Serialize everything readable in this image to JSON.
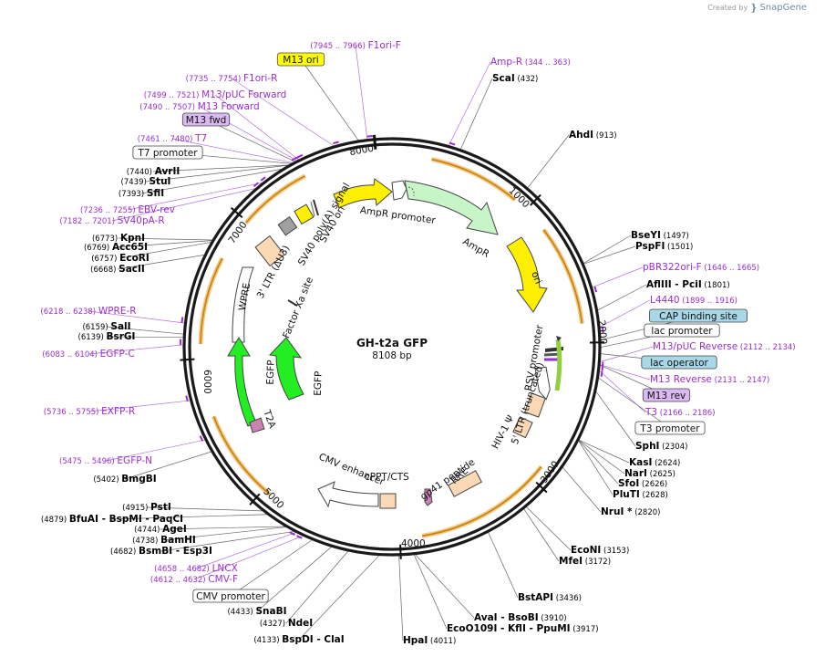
{
  "app": {
    "created_by": "Created by",
    "brand": "SnapGene"
  },
  "plasmid": {
    "name": "GH-t2a GFP",
    "length": "8108 bp"
  },
  "ticks": [
    "1000",
    "2000",
    "3000",
    "4000",
    "5000",
    "6000",
    "7000",
    "8000"
  ],
  "colors": {
    "primer": "#9a2ed1",
    "site": "#000000",
    "line": "#555555",
    "ring": "#1a1a1a",
    "orf_ring": "#c8860c",
    "orf_glow": "#f5c98a"
  },
  "labels": [
    {
      "id": "f1ori-f",
      "kind": "primer",
      "prefix": "(7945 .. 7966)",
      "name": "F1ori-F"
    },
    {
      "id": "m13-ori",
      "kind": "box",
      "name": "M13 ori",
      "box": "#ffff00"
    },
    {
      "id": "amp-r",
      "kind": "primer",
      "name": "Amp-R",
      "suffix": "(344 .. 363)"
    },
    {
      "id": "scai",
      "kind": "site",
      "name": "ScaI",
      "suffix": "(432)"
    },
    {
      "id": "f1ori-r",
      "kind": "primer",
      "prefix": "(7735 .. 7754)",
      "name": "F1ori-R"
    },
    {
      "id": "m13puc-fwd",
      "kind": "primer",
      "prefix": "(7499 .. 7521)",
      "name": "M13/pUC Forward"
    },
    {
      "id": "m13-forward",
      "kind": "primer",
      "prefix": "(7490 .. 7507)",
      "name": "M13 Forward"
    },
    {
      "id": "m13-fwd",
      "kind": "box",
      "name": "M13 fwd",
      "box": "#dab9f0"
    },
    {
      "id": "t7",
      "kind": "primer",
      "prefix": "(7461 .. 7480)",
      "name": "T7"
    },
    {
      "id": "t7-promoter-l",
      "kind": "box",
      "name": "T7 promoter",
      "box": "#ffffff"
    },
    {
      "id": "avrii",
      "kind": "site",
      "prefix": "(7440)",
      "name": "AvrII"
    },
    {
      "id": "stui",
      "kind": "site",
      "prefix": "(7439)",
      "name": "StuI"
    },
    {
      "id": "sfii",
      "kind": "site",
      "prefix": "(7393)",
      "name": "SfiI"
    },
    {
      "id": "ahdi",
      "kind": "site",
      "name": "AhdI",
      "suffix": "(913)"
    },
    {
      "id": "ebv-rev",
      "kind": "primer",
      "prefix": "(7236 .. 7255)",
      "name": "EBV-rev"
    },
    {
      "id": "sv40pa-r",
      "kind": "primer",
      "prefix": "(7182 .. 7201)",
      "name": "SV40pA-R"
    },
    {
      "id": "kpni",
      "kind": "site",
      "prefix": "(6773)",
      "name": "KpnI"
    },
    {
      "id": "acc65i",
      "kind": "site",
      "prefix": "(6769)",
      "name": "Acc65I"
    },
    {
      "id": "ecori",
      "kind": "site",
      "prefix": "(6757)",
      "name": "EcoRI"
    },
    {
      "id": "sacii",
      "kind": "site",
      "prefix": "(6668)",
      "name": "SacII"
    },
    {
      "id": "bseyi",
      "kind": "site",
      "name": "BseYI",
      "suffix": "(1497)"
    },
    {
      "id": "pspfi",
      "kind": "site",
      "name": "PspFI",
      "suffix": "(1501)"
    },
    {
      "id": "pbr322ori-f",
      "kind": "primer",
      "name": "pBR322ori-F",
      "suffix": "(1646 .. 1665)"
    },
    {
      "id": "aflIII",
      "kind": "site",
      "name": "AflIII  - PciI",
      "suffix": "(1801)"
    },
    {
      "id": "l4440",
      "kind": "primer",
      "name": "L4440",
      "suffix": "(1899 .. 1916)"
    },
    {
      "id": "cap-site",
      "kind": "box",
      "name": "CAP binding site",
      "box": "#a8d8e8"
    },
    {
      "id": "lac-promoter",
      "kind": "box",
      "name": "lac promoter",
      "box": "#ffffff"
    },
    {
      "id": "m13puc-rev",
      "kind": "primer",
      "name": "M13/pUC Reverse",
      "suffix": "(2112 .. 2134)"
    },
    {
      "id": "lac-operator",
      "kind": "box",
      "name": "lac operator",
      "box": "#a8d8e8"
    },
    {
      "id": "m13-reverse",
      "kind": "primer",
      "name": "M13 Reverse",
      "suffix": "(2131 .. 2147)"
    },
    {
      "id": "m13-rev",
      "kind": "box",
      "name": "M13 rev",
      "box": "#dab9f0"
    },
    {
      "id": "t3",
      "kind": "primer",
      "name": "T3",
      "suffix": "(2166 .. 2186)"
    },
    {
      "id": "t3-promoter",
      "kind": "box",
      "name": "T3 promoter",
      "box": "#ffffff"
    },
    {
      "id": "wpre-r",
      "kind": "primer",
      "prefix": "(6218 .. 6238)",
      "name": "WPRE-R"
    },
    {
      "id": "sali",
      "kind": "site",
      "prefix": "(6159)",
      "name": "SalI"
    },
    {
      "id": "bsrgi",
      "kind": "site",
      "prefix": "(6139)",
      "name": "BsrGI"
    },
    {
      "id": "egfp-c",
      "kind": "primer",
      "prefix": "(6083 .. 6104)",
      "name": "EGFP-C"
    },
    {
      "id": "exfp-r",
      "kind": "primer",
      "prefix": "(5736 .. 5755)",
      "name": "EXFP-R"
    },
    {
      "id": "sphi",
      "kind": "site",
      "name": "SphI",
      "suffix": "(2304)"
    },
    {
      "id": "kasi",
      "kind": "site",
      "name": "KasI",
      "suffix": "(2624)"
    },
    {
      "id": "nari",
      "kind": "site",
      "name": "NarI",
      "suffix": "(2625)"
    },
    {
      "id": "sfoi",
      "kind": "site",
      "name": "SfoI",
      "suffix": "(2626)"
    },
    {
      "id": "pluti",
      "kind": "site",
      "name": "PluTI",
      "suffix": "(2628)"
    },
    {
      "id": "nrui",
      "kind": "site",
      "name": "NruI *",
      "suffix": "(2820)"
    },
    {
      "id": "egfp-n",
      "kind": "primer",
      "prefix": "(5475 .. 5496)",
      "name": "EGFP-N"
    },
    {
      "id": "bmgbi",
      "kind": "site",
      "prefix": "(5402)",
      "name": "BmgBI"
    },
    {
      "id": "psti",
      "kind": "site",
      "prefix": "(4915)",
      "name": "PstI"
    },
    {
      "id": "bfuai",
      "kind": "site",
      "prefix": "(4879)",
      "name": "BfuAI  - BspMI  - PaqCI"
    },
    {
      "id": "agei",
      "kind": "site",
      "prefix": "(4744)",
      "name": "AgeI"
    },
    {
      "id": "bamhi",
      "kind": "site",
      "prefix": "(4738)",
      "name": "BamHI"
    },
    {
      "id": "bsmbi",
      "kind": "site",
      "prefix": "(4682)",
      "name": "BsmBI  - Esp3I"
    },
    {
      "id": "econi",
      "kind": "site",
      "name": "EcoNI",
      "suffix": "(3153)"
    },
    {
      "id": "mfei",
      "kind": "site",
      "name": "MfeI",
      "suffix": "(3172)"
    },
    {
      "id": "lncx",
      "kind": "primer",
      "prefix": "(4658 .. 4682)",
      "name": "LNCX"
    },
    {
      "id": "cmv-f",
      "kind": "primer",
      "prefix": "(4612 .. 4632)",
      "name": "CMV-F"
    },
    {
      "id": "cmv-promoter",
      "kind": "box",
      "name": "CMV promoter",
      "box": "#ffffff"
    },
    {
      "id": "bstapi",
      "kind": "site",
      "name": "BstAPI",
      "suffix": "(3436)"
    },
    {
      "id": "snabi",
      "kind": "site",
      "prefix": "(4433)",
      "name": "SnaBI"
    },
    {
      "id": "ndei",
      "kind": "site",
      "prefix": "(4327)",
      "name": "NdeI"
    },
    {
      "id": "avai",
      "kind": "site",
      "name": "AvaI  - BsoBI",
      "suffix": "(3910)"
    },
    {
      "id": "eco0109i",
      "kind": "site",
      "name": "EcoO109I  - KflI  - PpuMI",
      "suffix": "(3917)"
    },
    {
      "id": "bspdi",
      "kind": "site",
      "prefix": "(4133)",
      "name": "BspDI  - ClaI"
    },
    {
      "id": "hpai",
      "kind": "site",
      "name": "HpaI",
      "suffix": "(4011)"
    }
  ],
  "features": [
    {
      "id": "sv40-ori",
      "name": "SV40 ori"
    },
    {
      "id": "sv40-polya",
      "name": "SV40 poly(A) signal"
    },
    {
      "id": "ampr-promoter",
      "name": "AmpR promoter"
    },
    {
      "id": "ampr",
      "name": "AmpR"
    },
    {
      "id": "ori",
      "name": "ori"
    },
    {
      "id": "rsv-promoter",
      "name": "RSV promoter"
    },
    {
      "id": "ltr5",
      "name": "5' LTR (truncated)"
    },
    {
      "id": "hiv1-psi",
      "name": "HIV-1 Ψ"
    },
    {
      "id": "rre",
      "name": "RRE"
    },
    {
      "id": "gp41",
      "name": "gp41 peptide"
    },
    {
      "id": "cppt",
      "name": "cPPT/CTS"
    },
    {
      "id": "cmv-enhancer",
      "name": "CMV enhancer"
    },
    {
      "id": "egfp-inner",
      "name": "EGFP"
    },
    {
      "id": "egfp-outer",
      "name": "EGFP"
    },
    {
      "id": "t2a",
      "name": "T2A"
    },
    {
      "id": "factor-xa",
      "name": "Factor Xa site"
    },
    {
      "id": "wpre",
      "name": "WPRE"
    },
    {
      "id": "ltr3",
      "name": "3' LTR (ΔU3)"
    }
  ]
}
